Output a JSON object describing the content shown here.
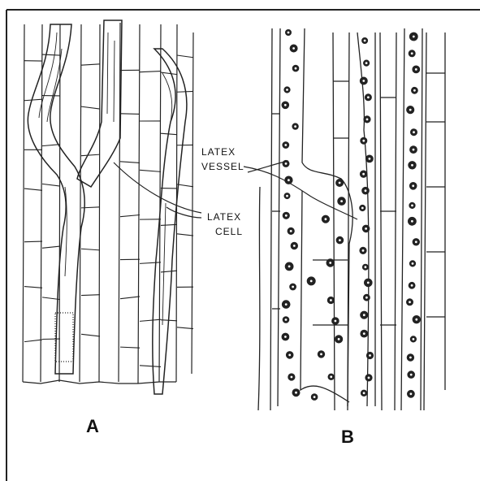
{
  "figure": {
    "panel_a_label": "A",
    "panel_b_label": "B",
    "callouts": {
      "latex_vessel": [
        "LATEX",
        "VESSEL"
      ],
      "latex_cell": [
        "LATEX",
        "CELL"
      ]
    }
  }
}
